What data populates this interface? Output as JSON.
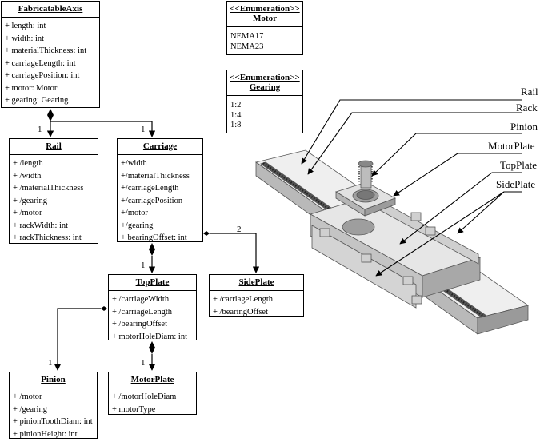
{
  "classes": {
    "fabricatable_axis": {
      "name": "FabricatableAxis",
      "attributes": [
        "+ length: int",
        "+ width: int",
        "+ materialThickness: int",
        "+ carriageLength: int",
        "+ carriagePosition: int",
        "+ motor: Motor",
        "+ gearing: Gearing"
      ]
    },
    "rail": {
      "name": "Rail",
      "attributes": [
        "+ /length",
        "+ /width",
        "+ /materialThickness",
        "+ /gearing",
        "+ /motor",
        "+ rackWidth: int",
        "+ rackThickness: int"
      ]
    },
    "carriage": {
      "name": "Carriage",
      "attributes": [
        "+/width",
        "+/materialThickness",
        "+/carriageLength",
        "+/carriagePosition",
        "+/motor",
        "+/gearing",
        "+ bearingOffset: int"
      ]
    },
    "top_plate": {
      "name": "TopPlate",
      "attributes": [
        "+ /carriageWidth",
        "+ /carriageLength",
        "+ /bearingOffset",
        "+ motorHoleDiam: int"
      ]
    },
    "side_plate": {
      "name": "SidePlate",
      "attributes": [
        "+ /carriageLength",
        "+ /bearingOffset"
      ]
    },
    "pinion": {
      "name": "Pinion",
      "attributes": [
        "+ /motor",
        "+ /gearing",
        "+ pinionToothDiam: int",
        "+ pinionHeight: int"
      ]
    },
    "motor_plate": {
      "name": "MotorPlate",
      "attributes": [
        "+ /motorHoleDiam",
        "+ motorType"
      ]
    }
  },
  "enums": {
    "motor": {
      "stereotype": "<<Enumeration>>",
      "name": "Motor",
      "values": [
        "NEMA17",
        "NEMA23"
      ]
    },
    "gearing": {
      "stereotype": "<<Enumeration>>",
      "name": "Gearing",
      "values": [
        "1:2",
        "1:4",
        "1:8"
      ]
    }
  },
  "multiplicities": {
    "rail": "1",
    "carriage": "1",
    "side_plate": "2",
    "top_plate": "1",
    "pinion": "1",
    "motor_plate": "1"
  },
  "callouts": [
    "Rail",
    "Rack",
    "Pinion",
    "MotorPlate",
    "TopPlate",
    "SidePlate"
  ],
  "colors": {
    "line": "#000000",
    "part_light": "#e8e8e8",
    "part_mid": "#c8c8c8",
    "part_dark": "#8a8a8a"
  }
}
